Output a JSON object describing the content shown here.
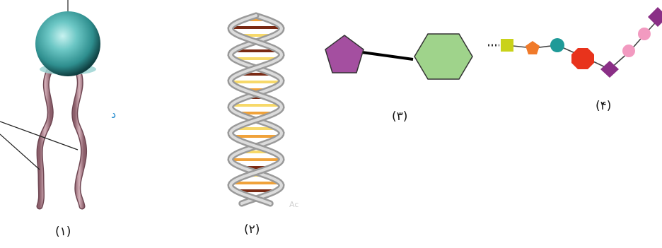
{
  "figures": [
    {
      "id": "phospholipid",
      "caption": "(۱)"
    },
    {
      "id": "dna-double-helix",
      "caption": "(۲)"
    },
    {
      "id": "disaccharide",
      "caption": "(۳)"
    },
    {
      "id": "polysaccharide-chain",
      "caption": "(۴)"
    }
  ],
  "side_letter": "د",
  "watermark": "Ac",
  "colors": {
    "head_teal": "#4fb3b3",
    "tail_mauve": "#b58792",
    "pentagon": "#a44fa0",
    "hexagon": "#9fd38b",
    "helix_gray": "#a8a8a8",
    "rung_orange": "#f0a23a",
    "rung_brown": "#7a2a14",
    "rung_yellow": "#f7d96a",
    "chain_yellow": "#c9d21a",
    "chain_orange": "#f07a2a",
    "chain_teal": "#1f9a98",
    "chain_red": "#e8331c",
    "chain_purple": "#8a2f86",
    "chain_pink": "#f29ac0"
  }
}
